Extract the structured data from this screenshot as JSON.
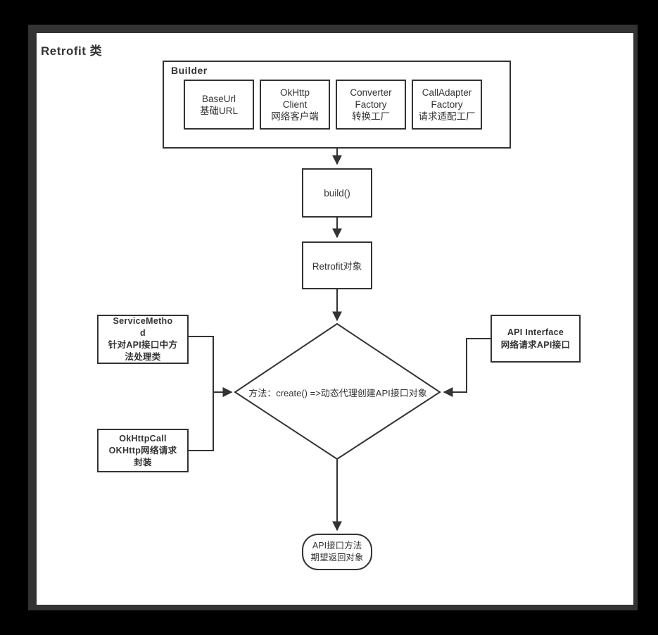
{
  "page": {
    "title": "Retrofit 类",
    "frame_color": "#333333",
    "canvas_color": "#ffffff",
    "stroke_color": "#333333",
    "background_color": "#000000"
  },
  "builder": {
    "title": "Builder",
    "items": [
      {
        "line1": "BaseUrl",
        "line2": "基础URL"
      },
      {
        "line1": "OkHttp",
        "line2": "Client",
        "line3": "网络客户端"
      },
      {
        "line1": "Converter",
        "line2": "Factory",
        "line3": "转换工厂"
      },
      {
        "line1": "CallAdapter",
        "line2": "Factory",
        "line3": "请求适配工厂"
      }
    ]
  },
  "nodes": {
    "build": {
      "label": "build()"
    },
    "retrofit_object": {
      "label": "Retrofit对象"
    },
    "service_method": {
      "line1": "ServiceMetho",
      "line2": "d",
      "line3": "针对API接口中方",
      "line4": "法处理类"
    },
    "okhttp_call": {
      "line1": "OkHttpCall",
      "line2": "OKHttp网络请求",
      "line3": "封装"
    },
    "api_interface": {
      "line1": "API Interface",
      "line2": "网络请求API接口"
    },
    "decision": {
      "label": "方法：create() =>动态代理创建API接口对象"
    },
    "terminal": {
      "line1": "API接口方法",
      "line2": "期望返回对象"
    }
  },
  "connectors": [
    {
      "name": "builder-to-build",
      "from": "builder-container",
      "to": "build",
      "direction": "down"
    },
    {
      "name": "build-to-retrofit",
      "from": "build",
      "to": "retrofit_object",
      "direction": "down"
    },
    {
      "name": "retrofit-to-decision",
      "from": "retrofit_object",
      "to": "decision",
      "direction": "down"
    },
    {
      "name": "servicemethod-to-decision",
      "from": "service_method",
      "to": "decision",
      "direction": "right"
    },
    {
      "name": "okhttpcall-to-decision",
      "from": "okhttp_call",
      "to": "decision",
      "direction": "right"
    },
    {
      "name": "apiinterface-to-decision",
      "from": "api_interface",
      "to": "decision",
      "direction": "left"
    },
    {
      "name": "decision-to-terminal",
      "from": "decision",
      "to": "terminal",
      "direction": "down"
    }
  ]
}
